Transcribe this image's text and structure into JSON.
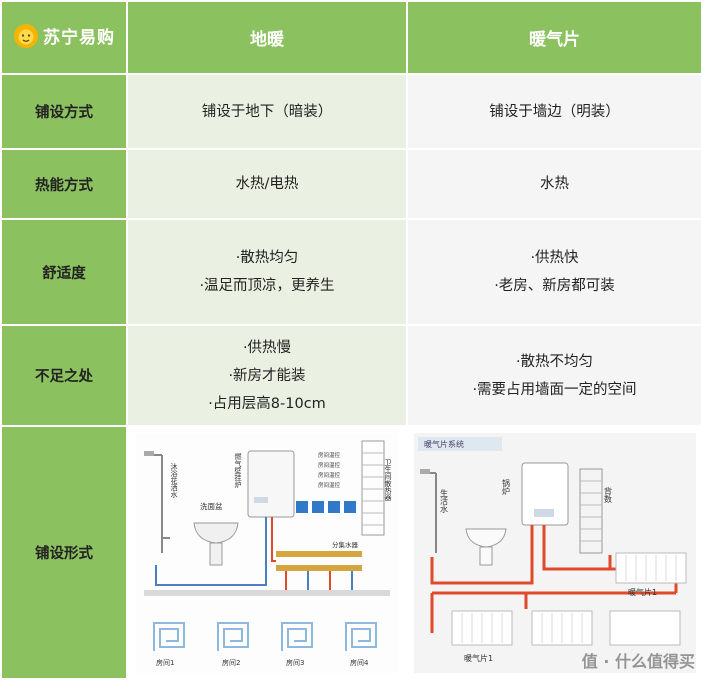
{
  "header": {
    "logo_text": "苏宁易购",
    "col_a": "地暖",
    "col_b": "暖气片"
  },
  "rows": [
    {
      "label": "铺设方式",
      "a": [
        "铺设于地下（暗装）"
      ],
      "b": [
        "铺设于墙边（明装）"
      ]
    },
    {
      "label": "热能方式",
      "a": [
        "水热/电热"
      ],
      "b": [
        "水热"
      ]
    },
    {
      "label": "舒适度",
      "a": [
        "·散热均匀",
        "·温足而顶凉，更养生"
      ],
      "b": [
        "·供热快",
        "·老房、新房都可装"
      ]
    },
    {
      "label": "不足之处",
      "a": [
        "·供热慢",
        "·新房才能装",
        "·占用层高8-10cm"
      ],
      "b": [
        "·散热不均匀",
        "·需要占用墙面一定的空间"
      ]
    },
    {
      "label": "铺设形式"
    }
  ],
  "diagram_a": {
    "shower": "沐浴花洒水",
    "basin": "洗面盆",
    "boiler": "燃气壁挂炉",
    "radiator": "卫生间散热器",
    "manifold": "分集水器",
    "legend": [
      "房间温控",
      "房间温控",
      "房间温控",
      "房间温控"
    ],
    "rooms": [
      "房间1",
      "房间2",
      "房间3",
      "房间4"
    ]
  },
  "diagram_b": {
    "title": "暖气片系统",
    "shower": "生活水",
    "boiler": "锅炉",
    "towel": "背数",
    "radiator_label_1": "暖气片1",
    "radiator_label_2": "暖气片1"
  },
  "watermark": "值 · 什么值得买",
  "colors": {
    "header": "#8cc160",
    "cell_a": "#eaf1e2",
    "cell_b": "#f5f5f5",
    "pipe_red": "#e04a2a",
    "pipe_blue": "#4a7fc1"
  }
}
